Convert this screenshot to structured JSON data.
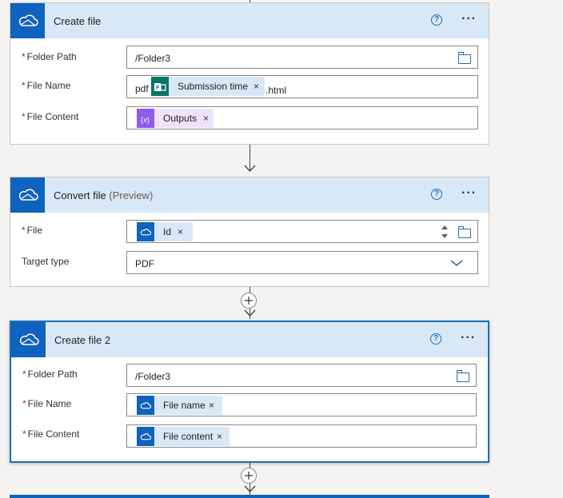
{
  "cards": [
    {
      "title": "Create file",
      "fields": [
        {
          "label": "Folder Path",
          "value": "/Folder3"
        },
        {
          "label": "File Name",
          "prefix": "pdf",
          "token": "Submission time",
          "suffix": ".html"
        },
        {
          "label": "File Content",
          "token": "Outputs"
        }
      ]
    },
    {
      "title": "Convert file",
      "subtitle": "(Preview)",
      "fields": [
        {
          "label": "File",
          "token": "Id"
        },
        {
          "label": "Target type",
          "value": "PDF"
        }
      ]
    },
    {
      "title": "Create file 2",
      "fields": [
        {
          "label": "Folder Path",
          "value": "/Folder3"
        },
        {
          "label": "File Name",
          "token": "File name"
        },
        {
          "label": "File Content",
          "token": "File content"
        }
      ]
    }
  ],
  "required_marker": "*",
  "token_remove": "×",
  "help_glyph": "?",
  "more_glyph": "···",
  "add_glyph": "+",
  "colors": {
    "accent": "#0f62bd",
    "header": "#d9e8f6",
    "selected_border": "#1f6fb5",
    "expression": "#8e5bea",
    "forms": "#077568"
  },
  "icons": [
    "onedrive-cloud-icon",
    "folder-browse-icon",
    "expression-icon",
    "forms-icon",
    "help-icon",
    "more-icon",
    "plus-icon",
    "chevron-down-icon"
  ]
}
